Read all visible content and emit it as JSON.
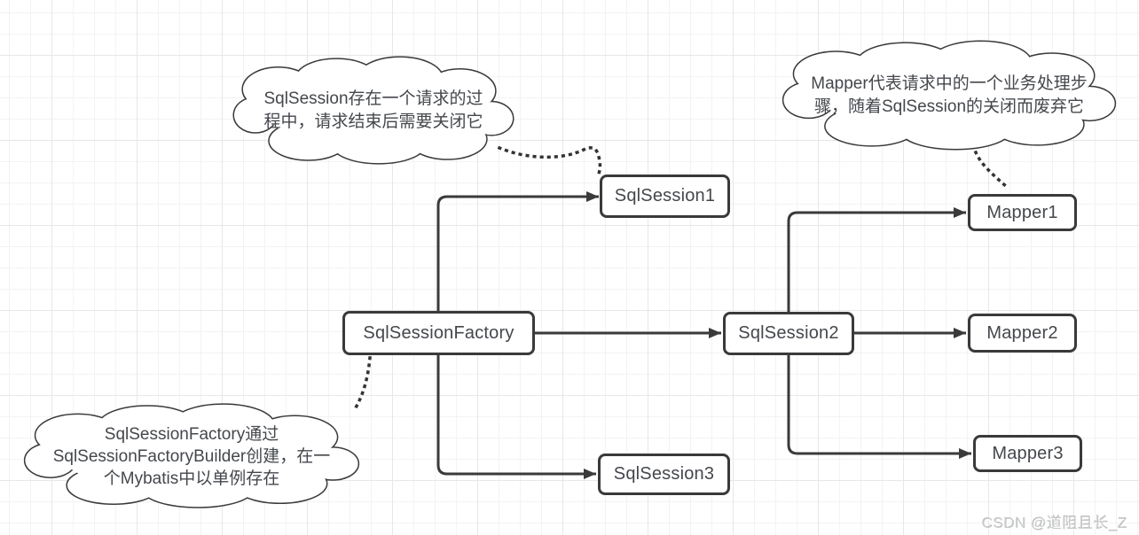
{
  "diagram": {
    "topic": "MyBatis SqlSessionFactory / SqlSession / Mapper lifecycle",
    "nodes": {
      "factory": {
        "label": "SqlSessionFactory"
      },
      "session1": {
        "label": "SqlSession1"
      },
      "session2": {
        "label": "SqlSession2"
      },
      "session3": {
        "label": "SqlSession3"
      },
      "mapper1": {
        "label": "Mapper1"
      },
      "mapper2": {
        "label": "Mapper2"
      },
      "mapper3": {
        "label": "Mapper3"
      }
    },
    "clouds": {
      "sqlsession_note": {
        "lines": [
          "SqlSession存在一个请求的过",
          "程中，请求结束后需要关闭它"
        ]
      },
      "mapper_note": {
        "lines": [
          "Mapper代表请求中的一个业务处理步",
          "骤，随着SqlSession的关闭而废弃它"
        ]
      },
      "factory_note": {
        "lines": [
          "SqlSessionFactory通过",
          "SqlSessionFactoryBuilder创建，在一",
          "个Mybatis中以单例存在"
        ]
      }
    },
    "edges": [
      {
        "from": "factory",
        "to": "session1",
        "style": "solid-arrow"
      },
      {
        "from": "factory",
        "to": "session2",
        "style": "solid-arrow"
      },
      {
        "from": "factory",
        "to": "session3",
        "style": "solid-arrow"
      },
      {
        "from": "session2",
        "to": "mapper1",
        "style": "solid-arrow"
      },
      {
        "from": "session2",
        "to": "mapper2",
        "style": "solid-arrow"
      },
      {
        "from": "session2",
        "to": "mapper3",
        "style": "solid-arrow"
      },
      {
        "from": "sqlsession_note",
        "to": "session1",
        "style": "dotted"
      },
      {
        "from": "factory_note",
        "to": "factory",
        "style": "dotted"
      },
      {
        "from": "mapper_note",
        "to": "mapper1",
        "style": "dotted"
      }
    ],
    "colors": {
      "edge_line": "#3a3a3a",
      "node_border": "#3a3a3a",
      "node_fill": "#ffffff",
      "text": "#44474c",
      "grid_minor": "#f2f3f5",
      "grid_major": "#e5e7ea",
      "watermark_text_color": "#c9cacb"
    }
  },
  "watermark": {
    "text": "CSDN @道阻且长_Z"
  }
}
